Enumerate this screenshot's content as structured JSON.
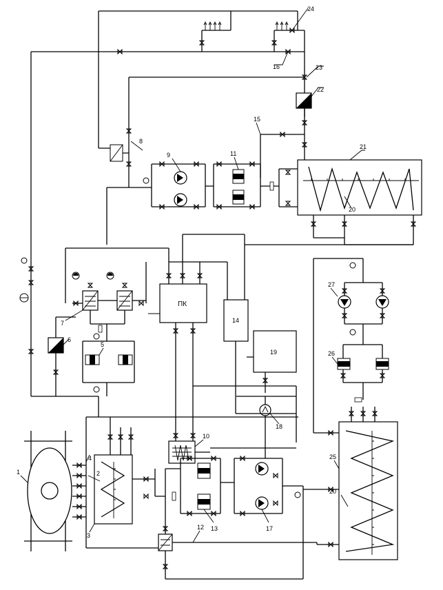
{
  "labels": {
    "n1": "1",
    "n2": "2",
    "n3": "3",
    "n4": "4",
    "n5": "5",
    "n6": "6",
    "n7": "7",
    "n8": "8",
    "n9": "9",
    "n10": "10",
    "n11": "11",
    "n12": "12",
    "n13": "13",
    "n14": "14",
    "n15": "15",
    "n16": "16",
    "n17": "17",
    "n18": "18",
    "n19": "19",
    "n20a": "20",
    "n20b": "20",
    "n21": "21",
    "n22": "22",
    "n23": "23",
    "n24": "24",
    "n25": "25",
    "n26": "26",
    "n27": "27",
    "pk": "ПК"
  }
}
